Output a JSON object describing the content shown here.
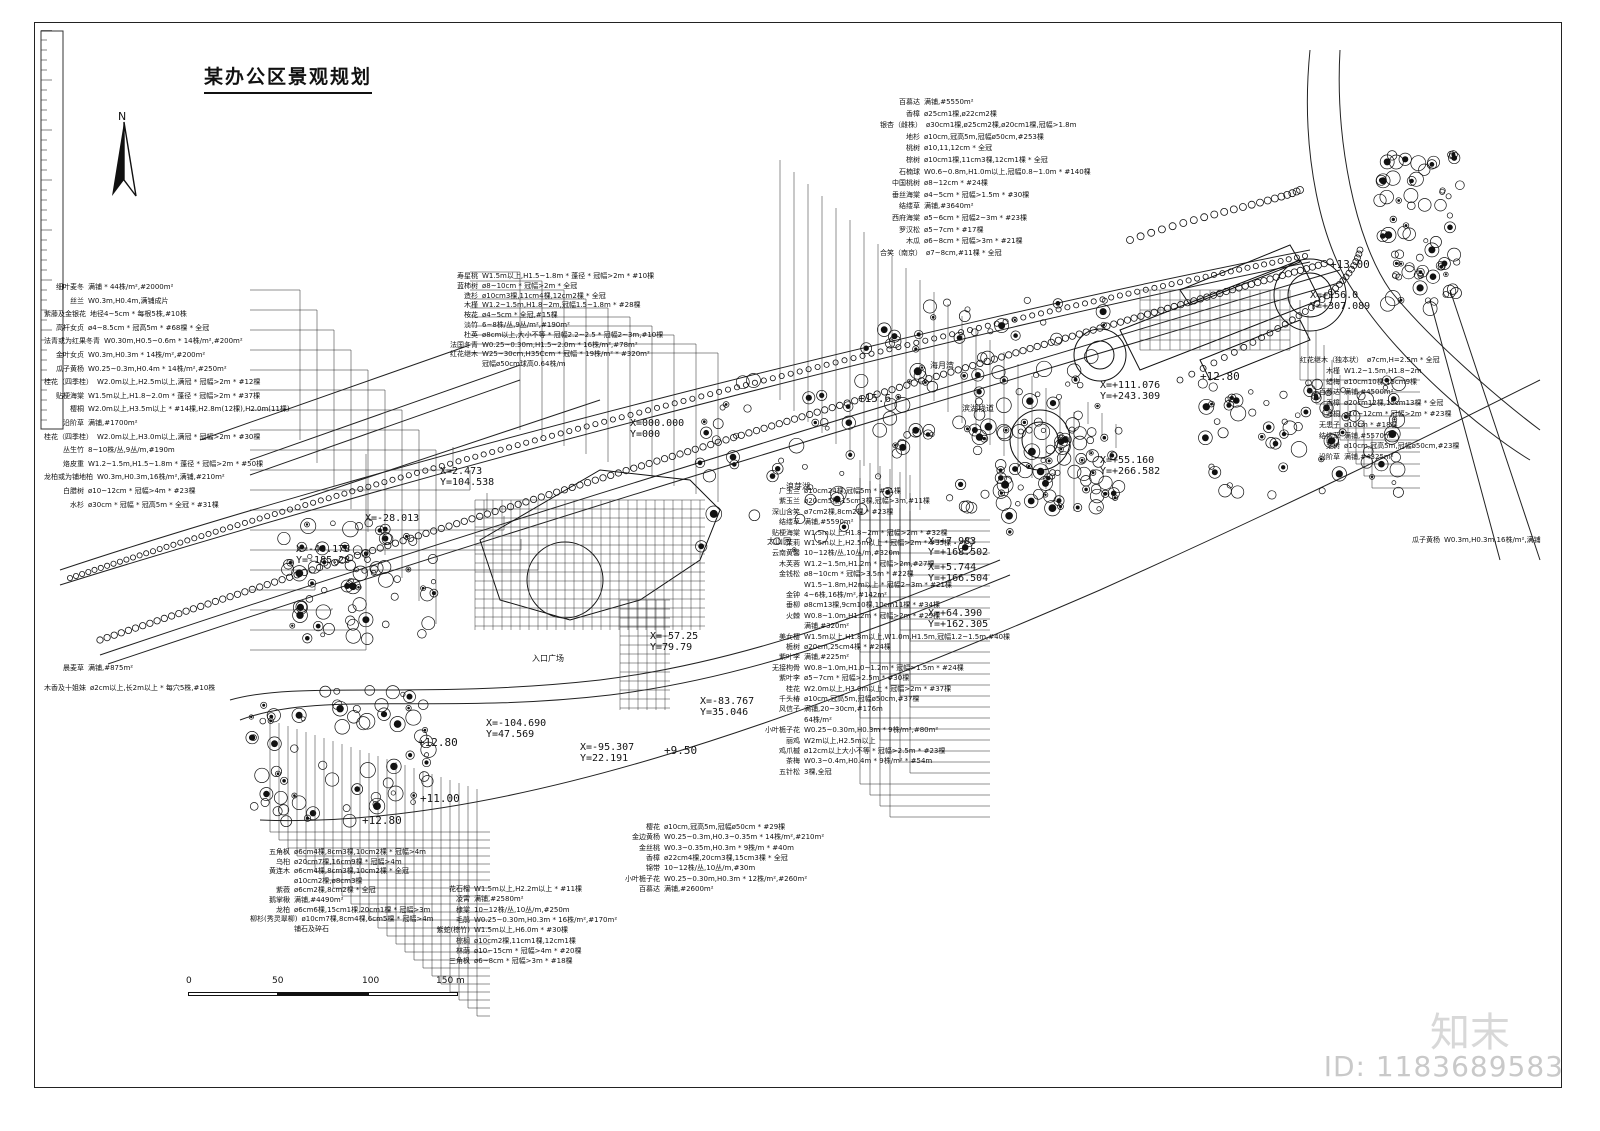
{
  "title": "某办公区景观规划",
  "north_label": "N",
  "scale": {
    "ticks": [
      "0",
      "50",
      "100",
      "150 m"
    ]
  },
  "watermark": {
    "brand": "知末",
    "id": "ID: 1183689583"
  },
  "coords": [
    {
      "x": "X=2.473",
      "y": "Y=104.538"
    },
    {
      "x": "X=-28.013",
      "y": ""
    },
    {
      "x": "X=-40.178",
      "y": "Y=-185.28"
    },
    {
      "x": "X=000.000",
      "y": "Y=000"
    },
    {
      "x": "X=-57.25",
      "y": "Y=79.79"
    },
    {
      "x": "X=-83.767",
      "y": "Y=35.046"
    },
    {
      "x": "X=-104.690",
      "y": "Y=47.569"
    },
    {
      "x": "X=-95.307",
      "y": "Y=22.191"
    },
    {
      "x": "X=+7.983",
      "y": "Y=+168.502"
    },
    {
      "x": "X=+5.744",
      "y": "Y=+166.504"
    },
    {
      "x": "X=+64.390",
      "y": "Y=+162.305"
    },
    {
      "x": "X=+55.160",
      "y": "Y=+266.582"
    },
    {
      "x": "X=+111.076",
      "y": "Y=+243.309"
    },
    {
      "x": "X=+156.0",
      "y": "Y=+307.089"
    }
  ],
  "elevations": [
    "+12.80",
    "+11.00",
    "+12.80",
    "+9.50",
    "+12.80",
    "+13.00",
    "+15.6"
  ],
  "labels_left": [
    {
      "name": "细叶麦冬",
      "spec": "满铺 * 44株/m²,#2000m²"
    },
    {
      "name": "丝兰",
      "spec": "W0.3m,H0.4m,满铺成片"
    },
    {
      "name": "紫藤及金银花",
      "spec": "地径4~5cm * 每根5株,#10株"
    },
    {
      "name": "高杆女贞",
      "spec": "ø4~8.5cm * 冠高5m * #68棵 * 全冠"
    },
    {
      "name": "法青或为红果冬青",
      "spec": "W0.30m,H0.5~0.6m * 14株/m²,#200m²"
    },
    {
      "name": "金叶女贞",
      "spec": "W0.3m,H0.3m * 14株/m²,#200m²"
    },
    {
      "name": "瓜子黄杨",
      "spec": "W0.25~0.3m,H0.4m * 14株/m²,#250m²"
    },
    {
      "name": "桂花（四季桂）",
      "spec": "W2.0m以上,H2.5m以上,满冠 * 冠幅>2m * #12棵"
    },
    {
      "name": "贴梗海棠",
      "spec": "W1.5m以上,H1.8~2.0m * 蓬径 * 冠幅>2m * #37棵"
    },
    {
      "name": "樱桐",
      "spec": "W2.0m以上,H3.5m以上 * #14棵,H2.8m(12棵),H2.0m(11棵)"
    },
    {
      "name": "沿阶草",
      "spec": "满铺,#1700m²"
    },
    {
      "name": "桂花（四季桂）",
      "spec": "W2.0m以上,H3.0m以上,满冠 * 冠幅>2m * #30棵"
    },
    {
      "name": "丛生竹",
      "spec": "8~10株/丛,9丛/m,#190m"
    },
    {
      "name": "烙皮重",
      "spec": "W1.2~1.5m,H1.5~1.8m * 蓬径 * 冠幅>2m * #50棵"
    },
    {
      "name": "龙柏或为铺地柏",
      "spec": "W0.3m,H0.3m,16株/m²,满铺,#210m²"
    },
    {
      "name": "白腊树",
      "spec": "ø10~12cm * 冠幅>4m * #23棵"
    },
    {
      "name": "水杉",
      "spec": "ø30cm * 冠幅 * 冠高5m * 全冠 * #31棵"
    },
    {
      "name": "晨麦草",
      "spec": "满铺,#875m²"
    },
    {
      "name": "木香及十姐妹",
      "spec": "ø2cm以上,长2m以上 * 每穴5株,#10株"
    }
  ],
  "labels_top": [
    {
      "name": "寿星桃",
      "spec": "W1.5m以上,H1.5~1.8m * 蓬径 * 冠幅>2m * #10棵"
    },
    {
      "name": "蓝柿树",
      "spec": "ø8~10cm * 冠幅>2m * 全冠"
    },
    {
      "name": "造杉",
      "spec": "ø10cm3棵,11cm4棵,12cm2棵 * 全冠"
    },
    {
      "name": "木槿",
      "spec": "W1.2~1.5m,H1.8~2m,冠幅1.5~1.8m * #28棵"
    },
    {
      "name": "桉花",
      "spec": "ø4~5cm * 全冠,#15棵"
    },
    {
      "name": "淡竹",
      "spec": "6~8株/丛,9丛/m²,#190m²"
    },
    {
      "name": "杜英",
      "spec": "ø8cm以上,大小不等 * 冠幅2.2~2.5 * 冠幅2~3m,#10棵"
    },
    {
      "name": "法国冬青",
      "spec": "W0.25~0.30m,H1.5~2.0m * 16株/m²,#78m²"
    },
    {
      "name": "红花继木",
      "spec": "W25~30cm,H35Ccm * 冠幅 * 19株/m² * #320m²"
    },
    {
      "name": "",
      "spec": "冠幅ø50cm球高0.64株/m"
    }
  ],
  "labels_center": [
    {
      "name": "百慕达",
      "spec": "满铺,#5550m²"
    },
    {
      "name": "香樟",
      "spec": "ø25cm1棵,ø22cm2棵"
    },
    {
      "name": "银杏（雌株）",
      "spec": "ø30cm1棵,ø25cm2棵,ø20cm1棵,冠幅>1.8m"
    },
    {
      "name": "地杉",
      "spec": "ø10cm,冠高5m,冠幅ø50cm,#253棵"
    },
    {
      "name": "桃树",
      "spec": "ø10,11,12cm * 全冠"
    },
    {
      "name": "棕树",
      "spec": "ø10cm1棵,11cm3棵,12cm1棵 * 全冠"
    },
    {
      "name": "石楠球",
      "spec": "W0.6~0.8m,H1.0m以上,冠幅0.8~1.0m * #140棵"
    },
    {
      "name": "中国桃树",
      "spec": "ø8~12cm * #24棵"
    },
    {
      "name": "垂丝海棠",
      "spec": "ø4~5cm * 冠幅>1.5m * #30棵"
    },
    {
      "name": "结缕草",
      "spec": "满铺,#3640m²"
    },
    {
      "name": "西府海棠",
      "spec": "ø5~6cm * 冠幅2~3m * #23棵"
    },
    {
      "name": "罗汉松",
      "spec": "ø5~7cm * #17棵"
    },
    {
      "name": "木瓜",
      "spec": "ø6~8cm * 冠幅>3m * #21棵"
    },
    {
      "name": "合笑（南京）",
      "spec": "ø7~8cm,#11棵 * 全冠"
    },
    {
      "name": "红花继木（独本状）",
      "spec": "ø7cm,H=2.5m * 全冠"
    },
    {
      "name": "木槿",
      "spec": "W1.2~1.5m,H1.8~2m"
    },
    {
      "name": "蜡梅",
      "spec": "ø10cm10棵,15cm9棵"
    },
    {
      "name": "百慕达",
      "spec": "满铺,#4500m²"
    },
    {
      "name": "香樟",
      "spec": "ø20cm12棵,15cm13棵 * 全冠"
    },
    {
      "name": "海桐",
      "spec": "ø10~12cm * 冠幅>2m * #23棵"
    },
    {
      "name": "无患子",
      "spec": "ø10cm * #18棵"
    },
    {
      "name": "结缕草",
      "spec": "满铺,#5570m²"
    },
    {
      "name": "栾树",
      "spec": "ø10cm,冠高5m,冠幅ø50cm,#23棵"
    },
    {
      "name": "沿阶草",
      "spec": "满铺,#4325m²"
    },
    {
      "name": "瓜子黄杨",
      "spec": "W0.3m,H0.3m,16株/m²,满铺"
    }
  ],
  "labels_right_mid": [
    {
      "name": "广玉兰",
      "spec": "ø10cm24棵,冠幅5m * #31棵"
    },
    {
      "name": "紫玉兰",
      "spec": "ø20cm5棵,15cm3棵,冠幅>3m,#11棵"
    },
    {
      "name": "深山含笑",
      "spec": "ø7cm2棵,8cm2棵 * #23棵"
    },
    {
      "name": "结缕草",
      "spec": "满铺,#5590m²"
    },
    {
      "name": "贴梗海棠",
      "spec": "W1.5m以上,H1.8~2m * 冠幅>2m * #32棵"
    },
    {
      "name": "茉莉",
      "spec": "W1.5m以上,H2.5m以上 * 冠幅>2m * #35棵"
    },
    {
      "name": "云南黄馨",
      "spec": "10~12株/丛,10丛/m,#320m"
    },
    {
      "name": "木芙蓉",
      "spec": "W1.2~1.5m,H1.2m * 冠幅>2m,#27棵"
    },
    {
      "name": "金钱松",
      "spec": "ø8~10cm * 冠幅>3.5m * #22棵"
    },
    {
      "name": "",
      "spec": "W1.5~1.8m,H2m以上 * 冠幅2~3m * #21棵"
    },
    {
      "name": "金钟",
      "spec": "4~6株,16株/m²,#142m²"
    },
    {
      "name": "垂柳",
      "spec": "ø8cm13棵,9cm10棵,10cm11棵 * #34棵"
    },
    {
      "name": "火棘",
      "spec": "W0.8~1.0m,H1.2m * 冠幅>2m * #25棵"
    },
    {
      "name": "",
      "spec": "满铺,#320m²"
    },
    {
      "name": "美女樱",
      "spec": "W1.5m以上,H1.8m以上,W1.0m,H1.5m,冠幅1.2~1.5m,#40棵"
    },
    {
      "name": "栀树",
      "spec": "ø20cm,25cm4棵 * #24棵"
    },
    {
      "name": "紫叶李",
      "spec": "满铺,#225m²"
    },
    {
      "name": "无接枸骨",
      "spec": "W0.8~1.0m,H1.0~1.2m * 冠幅>1.5m * #24棵"
    },
    {
      "name": "紫叶李",
      "spec": "ø5~7cm * 冠幅>2.5m * #30棵"
    },
    {
      "name": "桂花",
      "spec": "W2.0m以上,H3.0m以上 * 冠幅>2m * #37棵"
    },
    {
      "name": "千头椿",
      "spec": "ø10cm,冠高5m,冠幅ø50cm,#37棵"
    },
    {
      "name": "风信子",
      "spec": "满铺,20~30cm,#176m"
    },
    {
      "name": "",
      "spec": "64株/m²"
    },
    {
      "name": "小叶栀子花",
      "spec": "W0.25~0.30m,H0.3m * 9株/m²,#80m²"
    },
    {
      "name": "丽鸡",
      "spec": "W2m以上,H2.5m以上"
    },
    {
      "name": "鸡爪槭",
      "spec": "ø12cm以上大小不等 * 冠幅>2.5m * #23棵"
    },
    {
      "name": "茶梅",
      "spec": "W0.3~0.4m,H0.4m * 9株/m² * #54m"
    },
    {
      "name": "五针松",
      "spec": "3棵,全冠"
    }
  ],
  "labels_bottom": [
    {
      "name": "樱花",
      "spec": "ø10cm,冠高5m,冠幅ø50cm * #29棵"
    },
    {
      "name": "金边黄杨",
      "spec": "W0.25~0.3m,H0.3~0.35m * 14株/m²,#210m²"
    },
    {
      "name": "金丝桃",
      "spec": "W0.3~0.35m,H0.3m * 9株/m * #40m"
    },
    {
      "name": "香樟",
      "spec": "ø22cm4棵,20cm3棵,15cm3棵 * 全冠"
    },
    {
      "name": "锦带",
      "spec": "10~12株/丛,10丛/m,#30m"
    },
    {
      "name": "小叶栀子花",
      "spec": "W0.25~0.30m,H0.3m * 12株/m²,#260m²"
    },
    {
      "name": "百慕达",
      "spec": "满铺,#2600m²"
    },
    {
      "name": "花石榴",
      "spec": "W1.5m以上,H2.2m以上 * #11棵"
    },
    {
      "name": "凌霄",
      "spec": "满铺,#2580m²"
    },
    {
      "name": "棣棠",
      "spec": "10~12株/丛,10丛/m,#250m"
    },
    {
      "name": "毛鹃",
      "spec": "W0.25~0.30m,H0.3m * 16株/m²,#170m²"
    },
    {
      "name": "紫蛇(棕竹)",
      "spec": "W1.5m以上,H6.0m * #30棵"
    },
    {
      "name": "棕榈",
      "spec": "ø10cm2棵,11cm1棵,12cm1棵"
    },
    {
      "name": "林荫",
      "spec": "ø10~15cm * 冠幅>4m * #20棵"
    },
    {
      "name": "三角枫",
      "spec": "ø6~8cm * 冠幅>3m * #18棵"
    },
    {
      "name": "五角枫",
      "spec": "ø6cm4棵,8cm3棵,10cm2棵 * 冠幅>4m"
    },
    {
      "name": "乌桕",
      "spec": "ø20cm7棵,16cm9棵 * 冠幅>4m"
    },
    {
      "name": "黄连木",
      "spec": "ø6cm4棵,8cm3棵,10cm2棵 * 全冠"
    },
    {
      "name": "",
      "spec": "ø10cm2棵,ø8cm3棵"
    },
    {
      "name": "紫薇",
      "spec": "ø6cm2棵,8cm2棵 * 全冠"
    },
    {
      "name": "鹅掌楸",
      "spec": "满铺,#4490m²"
    },
    {
      "name": "龙柏",
      "spec": "ø6cm6棵,15cm1棵,20cm1棵 * 冠幅>3m"
    },
    {
      "name": "柳杉(秀灵翠柳)",
      "spec": "ø10cm7棵,8cm4棵,6cm5棵 * 冠幅>4m"
    },
    {
      "name": "",
      "spec": "铺石及碎石"
    }
  ],
  "area_labels": [
    "浪芽湖",
    "太山园",
    "海月湾",
    "滨湖栈道",
    "入口广场"
  ]
}
